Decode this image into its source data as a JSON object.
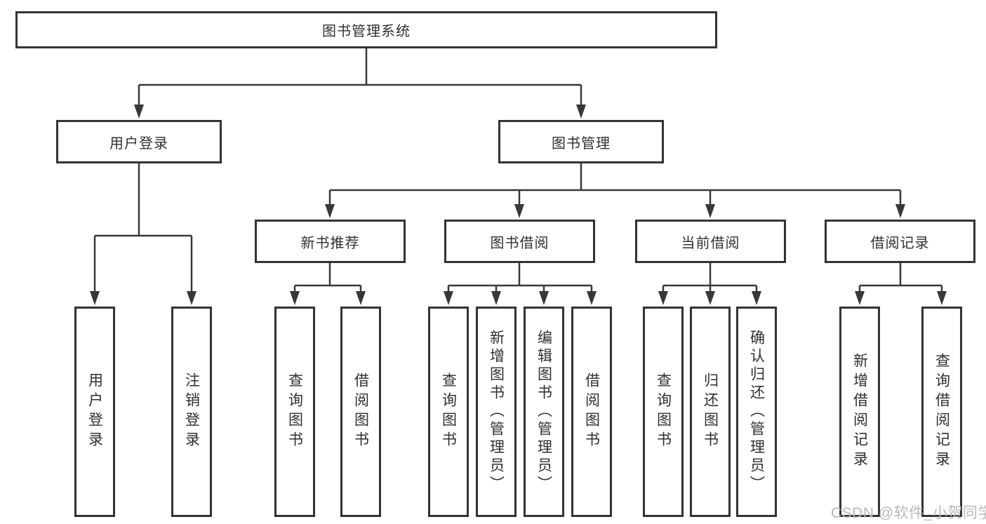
{
  "tree": {
    "root": "图书管理系统",
    "branches": [
      {
        "label": "用户登录",
        "children": [
          "用户登录",
          "注销登录"
        ]
      },
      {
        "label": "图书管理",
        "groups": [
          {
            "label": "新书推荐",
            "children": [
              "查询图书",
              "借阅图书"
            ]
          },
          {
            "label": "图书借阅",
            "children": [
              "查询图书",
              "新增图书（管理员）",
              "编辑图书（管理员）",
              "借阅图书"
            ]
          },
          {
            "label": "当前借阅",
            "children": [
              "查询图书",
              "归还图书",
              "确认归还（管理员）"
            ]
          },
          {
            "label": "借阅记录",
            "children": [
              "新增借阅记录",
              "查询借阅记录"
            ]
          }
        ]
      }
    ]
  },
  "watermark": {
    "text": "CSDN @软件_小贺同学",
    "color": "#b6babd"
  },
  "colors": {
    "line": "#383838",
    "box_border": "#333333",
    "text": "#2f2f2f",
    "background": "#ffffff"
  }
}
